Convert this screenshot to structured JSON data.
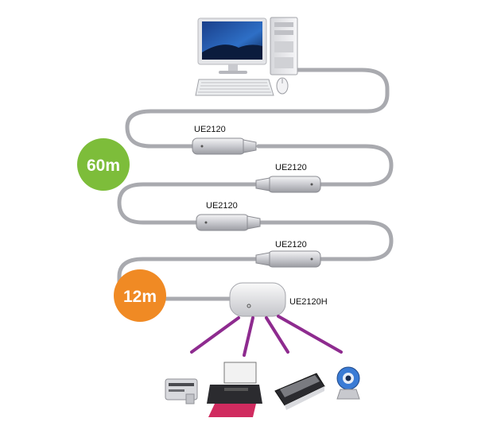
{
  "diagram": {
    "extenders": [
      {
        "label": "UE2120"
      },
      {
        "label": "UE2120"
      },
      {
        "label": "UE2120"
      },
      {
        "label": "UE2120"
      }
    ],
    "hub": {
      "label": "UE2120H"
    },
    "distances": [
      {
        "label": "60m",
        "color": "#7dbd3a"
      },
      {
        "label": "12m",
        "color": "#f08a24"
      }
    ],
    "cable_color": "#a9aaaf",
    "link_color": "#8e2b8f",
    "devices": [
      {
        "icon": "card-reader-icon"
      },
      {
        "icon": "printer-icon"
      },
      {
        "icon": "scanner-icon"
      },
      {
        "icon": "webcam-icon"
      }
    ]
  }
}
